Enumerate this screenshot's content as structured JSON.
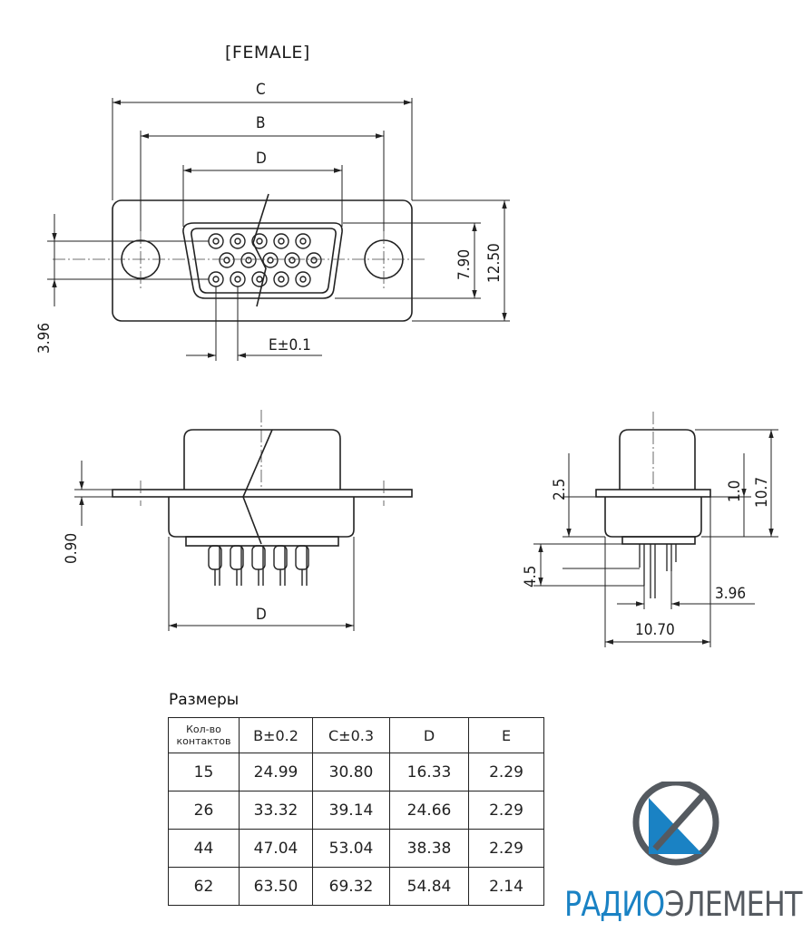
{
  "drawing": {
    "title": "[FEMALE]",
    "dim_labels": {
      "c": "C",
      "b": "B",
      "d_top": "D",
      "h_790": "7.90",
      "h_1250": "12.50",
      "pitch_396": "3.96",
      "tol_e": "E±0.1",
      "thick_090": "0.90",
      "d_bottom": "D",
      "h_25": "2.5",
      "h_10": "1.0",
      "h_107": "10.7",
      "h_45": "4.5",
      "off_396": "3.96",
      "w_1070": "10.70"
    }
  },
  "table": {
    "title": "Размеры",
    "headers": [
      "Кол-во\nконтактов",
      "B±0.2",
      "C±0.3",
      "D",
      "E"
    ],
    "rows": [
      [
        "15",
        "24.99",
        "30.80",
        "16.33",
        "2.29"
      ],
      [
        "26",
        "33.32",
        "39.14",
        "24.66",
        "2.29"
      ],
      [
        "44",
        "47.04",
        "53.04",
        "38.38",
        "2.29"
      ],
      [
        "62",
        "63.50",
        "69.32",
        "54.84",
        "2.14"
      ]
    ]
  },
  "brand": {
    "part1": "РАДИО",
    "part2": "ЭЛЕМЕНТ",
    "color_blue": "#1a82c4",
    "color_gray": "#555a60"
  }
}
